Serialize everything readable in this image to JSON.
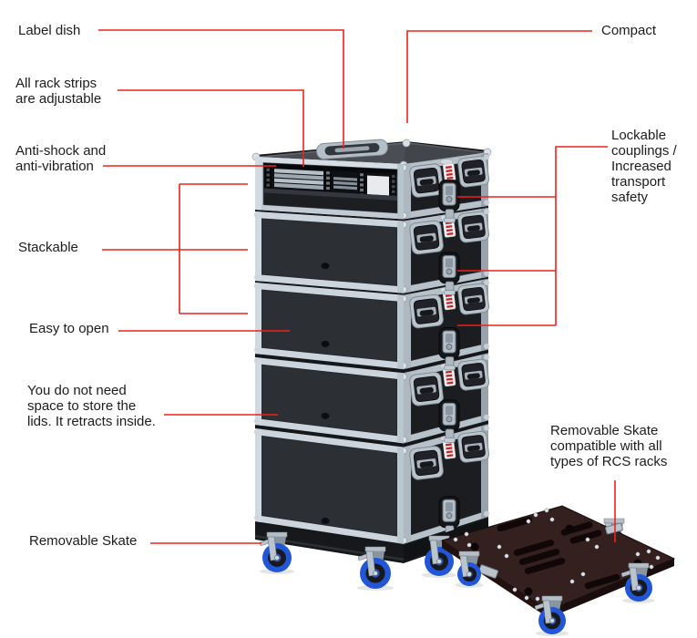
{
  "figure": {
    "type": "product-feature-diagram",
    "subject": "Stackable rack flight case tower with removable caster skate"
  },
  "colors": {
    "callout_line": "#ee221b",
    "label_text": "#1d1d1d",
    "aluminum": "#c9d2da",
    "case_panel": "#25272b",
    "top_face": "#4a4d53",
    "accent_red": "#c4272c",
    "wheel_blue": "#2156d6",
    "skate_plate": "#2e1a1b"
  },
  "callouts": {
    "label_dish": "Label dish",
    "rack_strips": "All rack strips\nare adjustable",
    "anti_shock": "Anti-shock and\nanti-vibration",
    "stackable": "Stackable",
    "easy_open": "Easy to open",
    "lids": "You do not need\nspace to store the\nlids. It retracts inside.",
    "removable_skate": "Removable Skate",
    "compact": "Compact",
    "lockable": "Lockable\ncouplings /\nIncreased\ntransport\nsafety",
    "skate_compat": "Removable Skate\ncompatible with all\ntypes of RCS racks"
  }
}
